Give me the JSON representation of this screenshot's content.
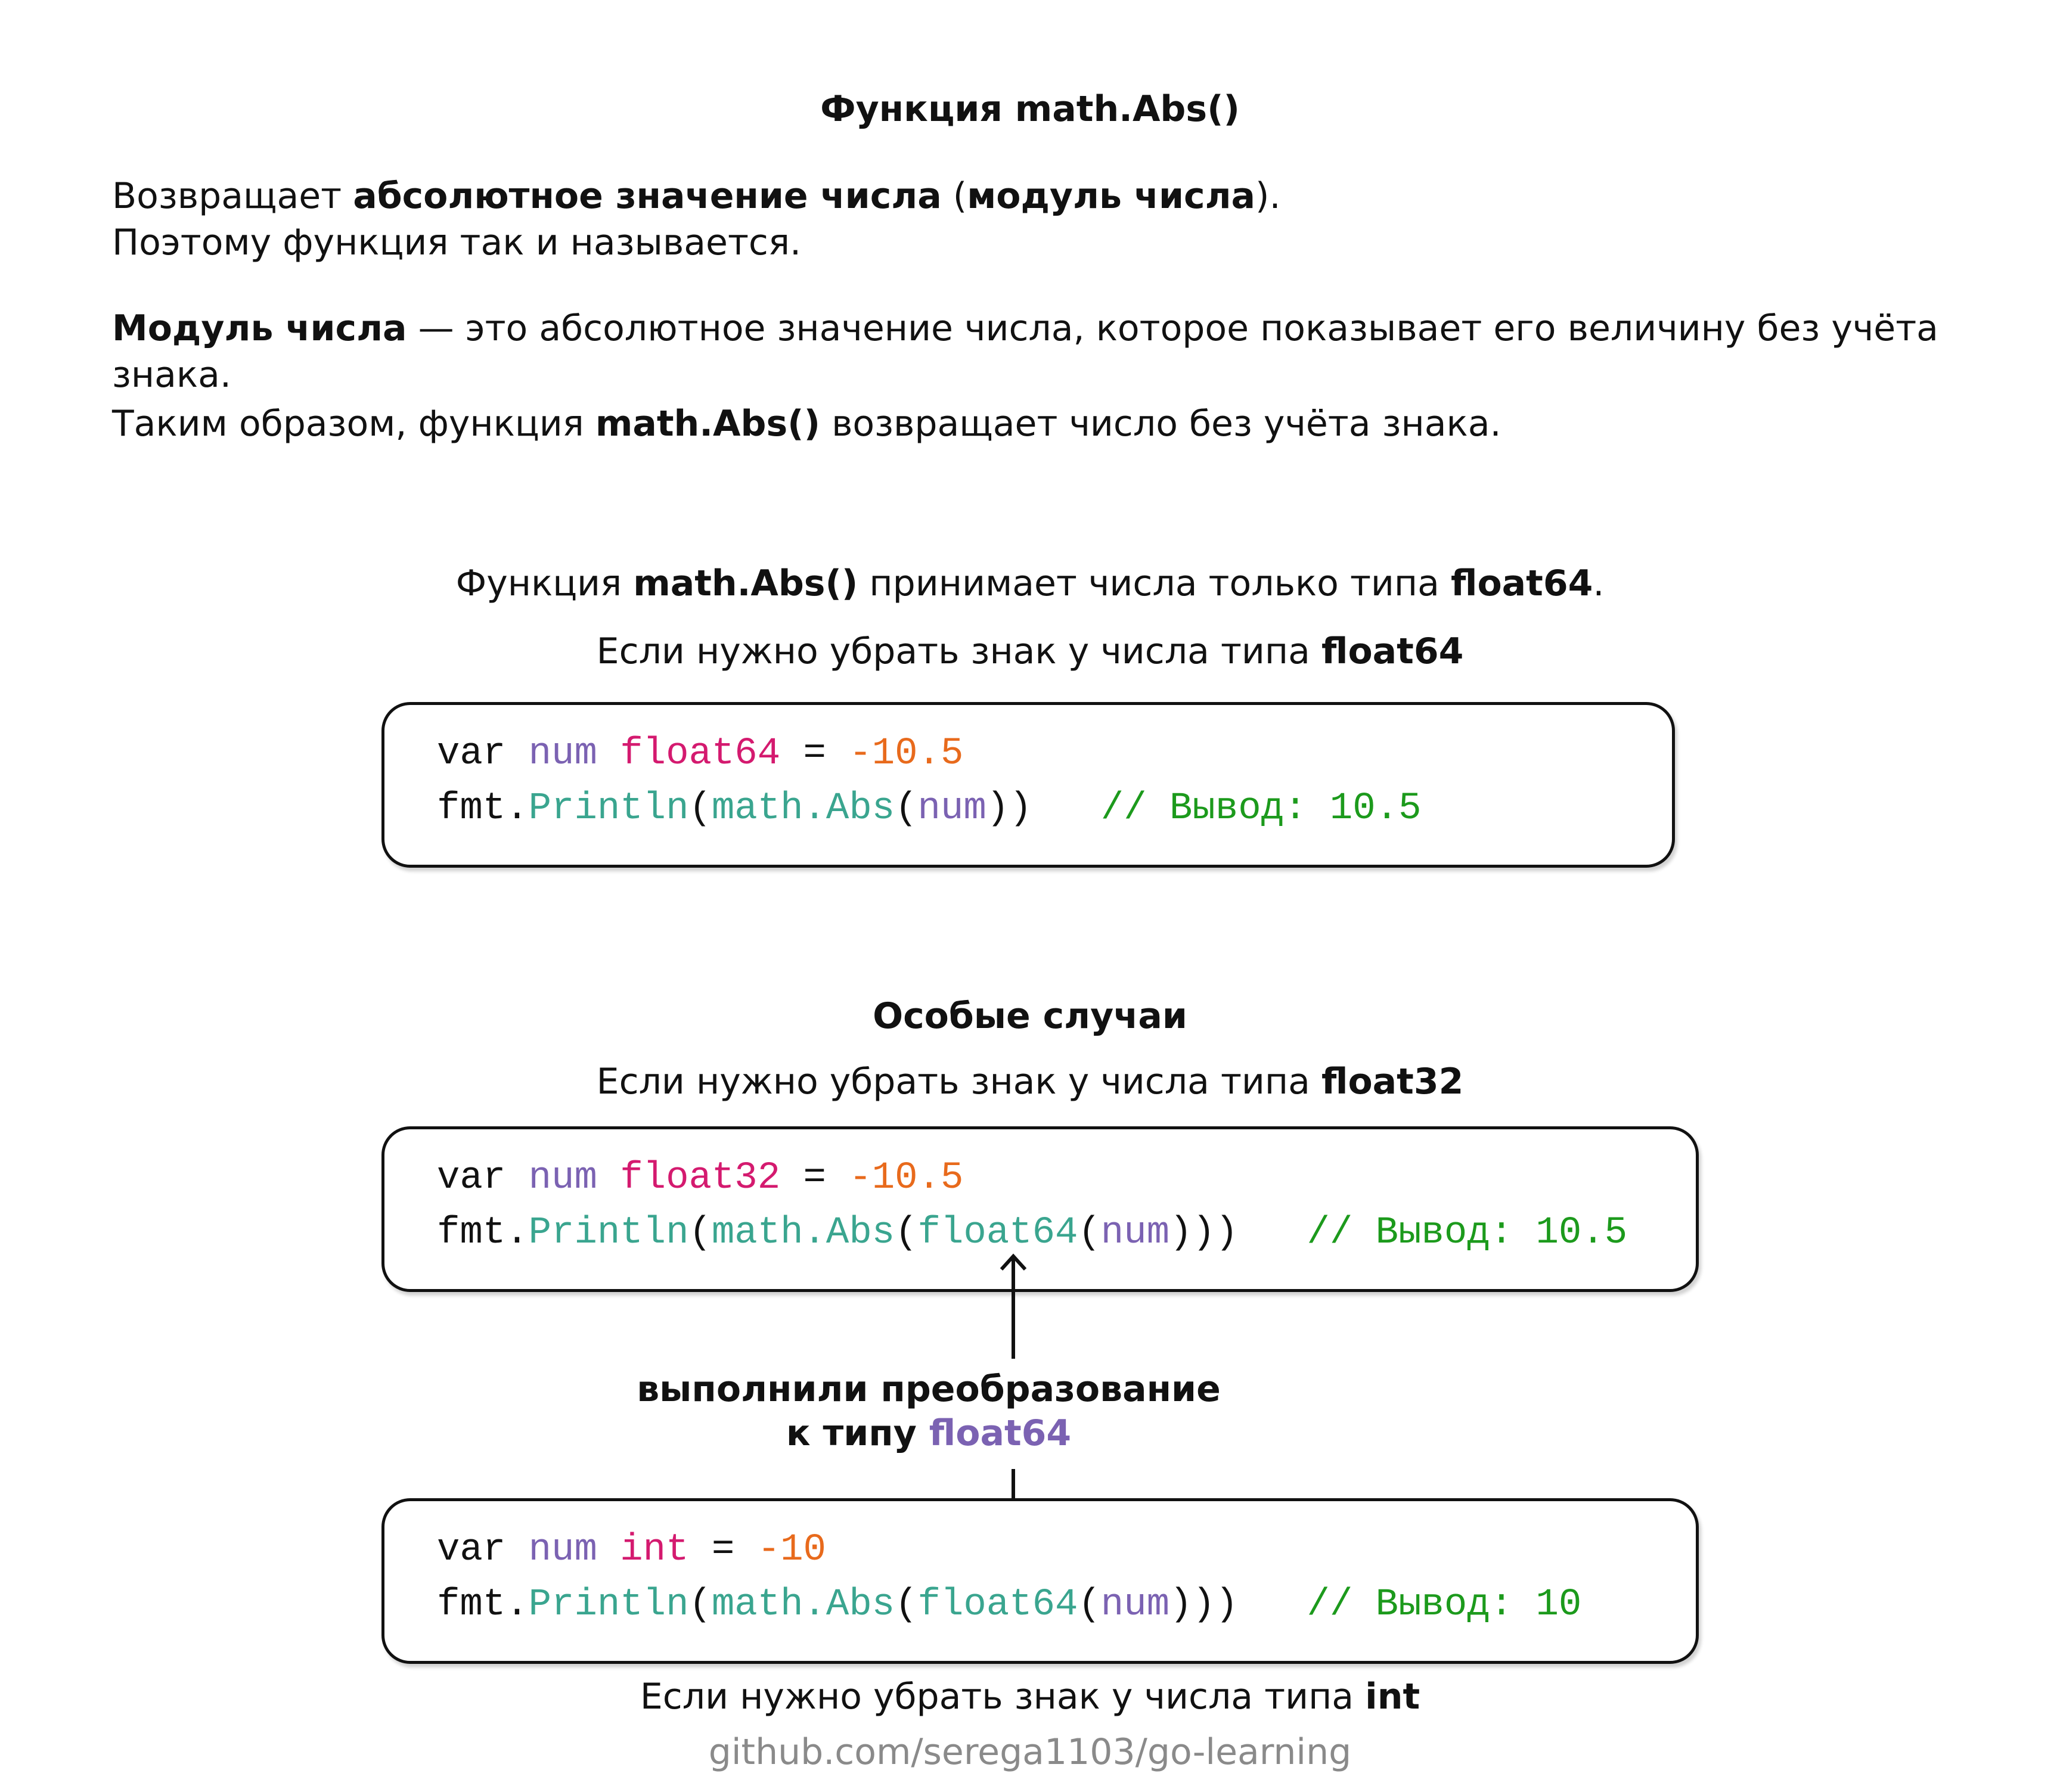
{
  "title": "Функция math.Abs()",
  "intro": {
    "l1_a": "Возвращает ",
    "l1_b": "абсолютное значение числа",
    "l1_c": " (",
    "l1_d": "модуль числа",
    "l1_e": ").",
    "l2": "Поэтому функция так и называется."
  },
  "definition": {
    "term": "Модуль числа",
    "text": " — это абсолютное значение числа, которое показывает его величину без учёта знака."
  },
  "summary": {
    "a": "Таким образом, функция ",
    "b": "math.Abs()",
    "c": " возвращает число без учёта знака."
  },
  "accepts": {
    "a": "Функция ",
    "b": "math.Abs()",
    "c": " принимает числа только типа ",
    "d": "float64",
    "e": "."
  },
  "case_float64_label": {
    "a": "Если нужно убрать знак у числа типа ",
    "b": "float64"
  },
  "code1": {
    "l1": {
      "kw": "var",
      "var": "num",
      "type": "float64",
      "eq": "=",
      "num": "-10.5"
    },
    "l2": {
      "pkg": "fmt.",
      "fn": "Println",
      "op": "(",
      "math": "math.Abs",
      "op2": "(",
      "arg": "num",
      "cl": "))",
      "comment": "// Вывод: 10.5"
    }
  },
  "special_title": "Особые случаи",
  "case_float32_label": {
    "a": "Если нужно убрать знак у числа типа ",
    "b": "float32"
  },
  "code2": {
    "l1": {
      "kw": "var",
      "var": "num",
      "type": "float32",
      "eq": "=",
      "num": "-10.5"
    },
    "l2": {
      "pkg": "fmt.",
      "fn": "Println",
      "op": "(",
      "math": "math.Abs",
      "op2": "(",
      "conv": "float64",
      "op3": "(",
      "arg": "num",
      "cl": ")))",
      "comment": "// Вывод: 10.5"
    }
  },
  "conversion_note": {
    "l1": "выполнили преобразование",
    "l2_a": "к типу ",
    "l2_b": "float64"
  },
  "code3": {
    "l1": {
      "kw": "var",
      "var": "num",
      "type": "int",
      "eq": "=",
      "num": "-10"
    },
    "l2": {
      "pkg": "fmt.",
      "fn": "Println",
      "op": "(",
      "math": "math.Abs",
      "op2": "(",
      "conv": "float64",
      "op3": "(",
      "arg": "num",
      "cl": ")))",
      "comment": "// Вывод: 10"
    }
  },
  "case_int_label": {
    "a": "Если нужно убрать знак у числа типа ",
    "b": "int"
  },
  "footer": "github.com/serega1103/go-learning",
  "colors": {
    "keyword": "#111111",
    "variable": "#7b62b2",
    "type": "#d41a6f",
    "number": "#e86a1c",
    "function": "#3aa58f",
    "comment": "#1c9a1c",
    "footer": "#8a8a8a"
  }
}
